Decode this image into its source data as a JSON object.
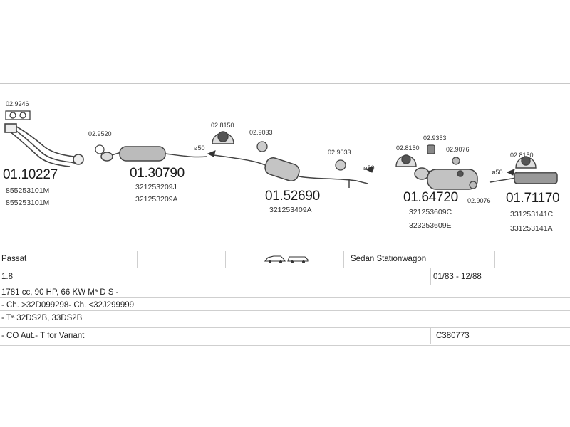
{
  "diagram": {
    "parts": [
      {
        "part_no": "01.10227",
        "refs": [
          "855253101M",
          "855253101M"
        ]
      },
      {
        "part_no": "01.30790",
        "refs": [
          "321253209J",
          "321253209A"
        ]
      },
      {
        "part_no": "01.52690",
        "refs": [
          "321253409A"
        ]
      },
      {
        "part_no": "01.64720",
        "refs": [
          "321253609C",
          "323253609E"
        ]
      },
      {
        "part_no": "01.71170",
        "refs": [
          "331253141C",
          "331253141A"
        ]
      }
    ],
    "accessories": [
      "02.9246",
      "02.9520",
      "02.8150",
      "02.9033",
      "02.9033",
      "02.8150",
      "02.9353",
      "02.9076",
      "02.9076",
      "02.8150"
    ],
    "diameters": [
      "ø50",
      "ø50",
      "ø50"
    ]
  },
  "vehicle": {
    "model": "Passat",
    "body_types": "Sedan Stationwagon",
    "engine": "1.8",
    "date_range": "01/83 - 12/88",
    "spec": "1781 cc, 90 HP, 66 KW Mª D S -",
    "chassis": "- Ch. >32D099298- Ch. <32J299999",
    "type": "- Tª 32DS2B, 33DS2B",
    "note": "- CO Aut.- T for Variant",
    "code": "C380773"
  }
}
